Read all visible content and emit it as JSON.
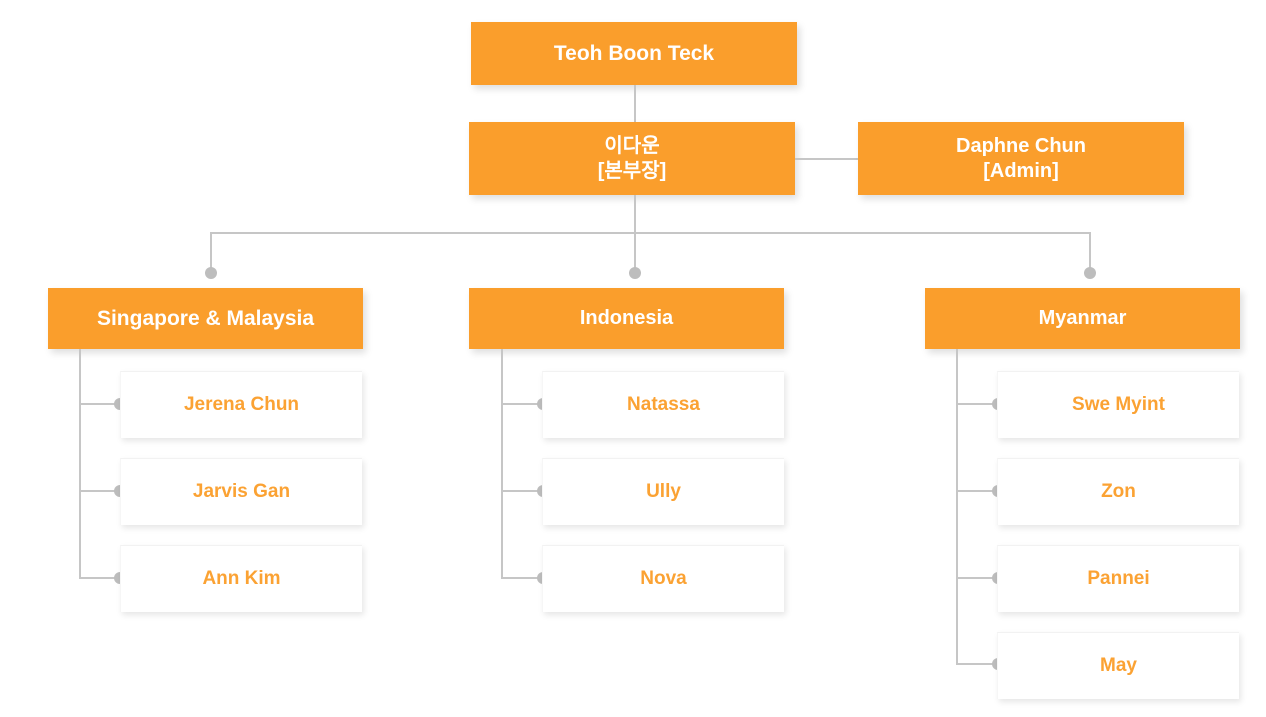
{
  "org_chart": {
    "type": "org-tree",
    "colors": {
      "node_fill": "#fa9e2c",
      "node_text": "#ffffff",
      "leaf_fill": "#ffffff",
      "leaf_text": "#fba233",
      "connector": "#c6c6c6",
      "connector_dot": "#bdbdbd",
      "background": "#ffffff"
    },
    "root": {
      "label": "Teoh Boon Teck"
    },
    "director": {
      "name": "이다운",
      "title": "[본부장]",
      "label": "이다운\n[본부장]"
    },
    "admin": {
      "name": "Daphne Chun",
      "title": "[Admin]",
      "label": "Daphne Chun\n[Admin]"
    },
    "regions": [
      {
        "label": "Singapore & Malaysia",
        "members": [
          {
            "label": "Jerena Chun"
          },
          {
            "label": "Jarvis Gan"
          },
          {
            "label": "Ann Kim"
          }
        ]
      },
      {
        "label": "Indonesia",
        "members": [
          {
            "label": "Natassa"
          },
          {
            "label": "Ully"
          },
          {
            "label": "Nova"
          }
        ]
      },
      {
        "label": "Myanmar",
        "members": [
          {
            "label": "Swe Myint"
          },
          {
            "label": "Zon"
          },
          {
            "label": "Pannei"
          },
          {
            "label": "May"
          }
        ]
      }
    ]
  }
}
